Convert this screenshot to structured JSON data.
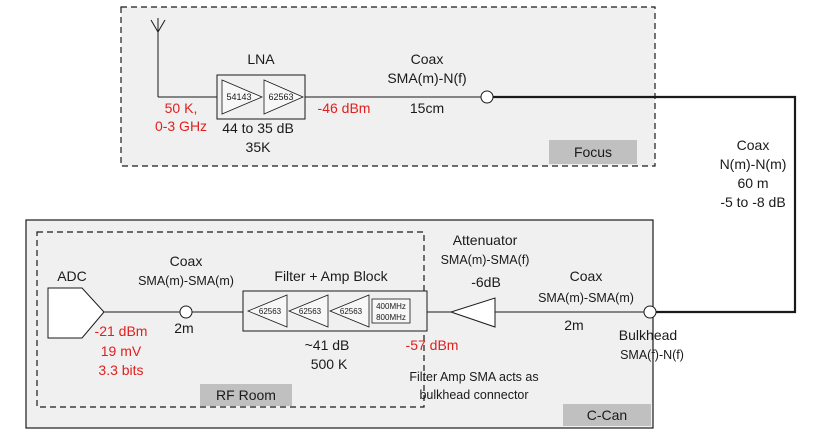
{
  "colors": {
    "highlight": "#e02020",
    "panel": "#f0f0f0",
    "tag": "#c0c0c0",
    "line": "#1a1a1a"
  },
  "focus": {
    "tag": "Focus",
    "antenna_icon": "antenna-icon",
    "lna": {
      "title": "LNA",
      "amp1": "54143",
      "amp2": "62563",
      "gain": "44 to 35 dB",
      "noise_temp": "35K"
    },
    "input_temp": "50 K,",
    "input_band": "0-3 GHz",
    "output_level": "-46 dBm",
    "coax": {
      "title": "Coax",
      "connectors": "SMA(m)-N(f)",
      "length": "15cm"
    }
  },
  "link": {
    "title": "Coax",
    "connectors": "N(m)-N(m)",
    "length": "60 m",
    "loss": "-5 to -8 dB"
  },
  "ccan": {
    "tag": "C-Can",
    "bulkhead": {
      "title": "Bulkhead",
      "connectors": "SMA(f)-N(f)"
    },
    "coax": {
      "title": "Coax",
      "connectors": "SMA(m)-SMA(m)",
      "length": "2m"
    },
    "attenuator": {
      "title": "Attenuator",
      "connectors": "SMA(m)-SMA(f)",
      "value": "-6dB"
    },
    "input_level": "-57 dBm",
    "note_line1": "Filter Amp SMA acts as",
    "note_line2": "bulkhead connector"
  },
  "rfroom": {
    "tag": "RF Room",
    "filter_block": {
      "title": "Filter + Amp Block",
      "amp1": "62563",
      "amp2": "62563",
      "amp3": "62563",
      "filter_lo": "400MHz",
      "filter_hi": "800MHz",
      "gain": "~41 dB",
      "noise_temp": "500 K"
    },
    "coax": {
      "title": "Coax",
      "connectors": "SMA(m)-SMA(m)",
      "length": "2m"
    },
    "adc": {
      "title": "ADC",
      "level_dbm": "-21 dBm",
      "level_mv": "19 mV",
      "bits": "3.3 bits"
    }
  }
}
